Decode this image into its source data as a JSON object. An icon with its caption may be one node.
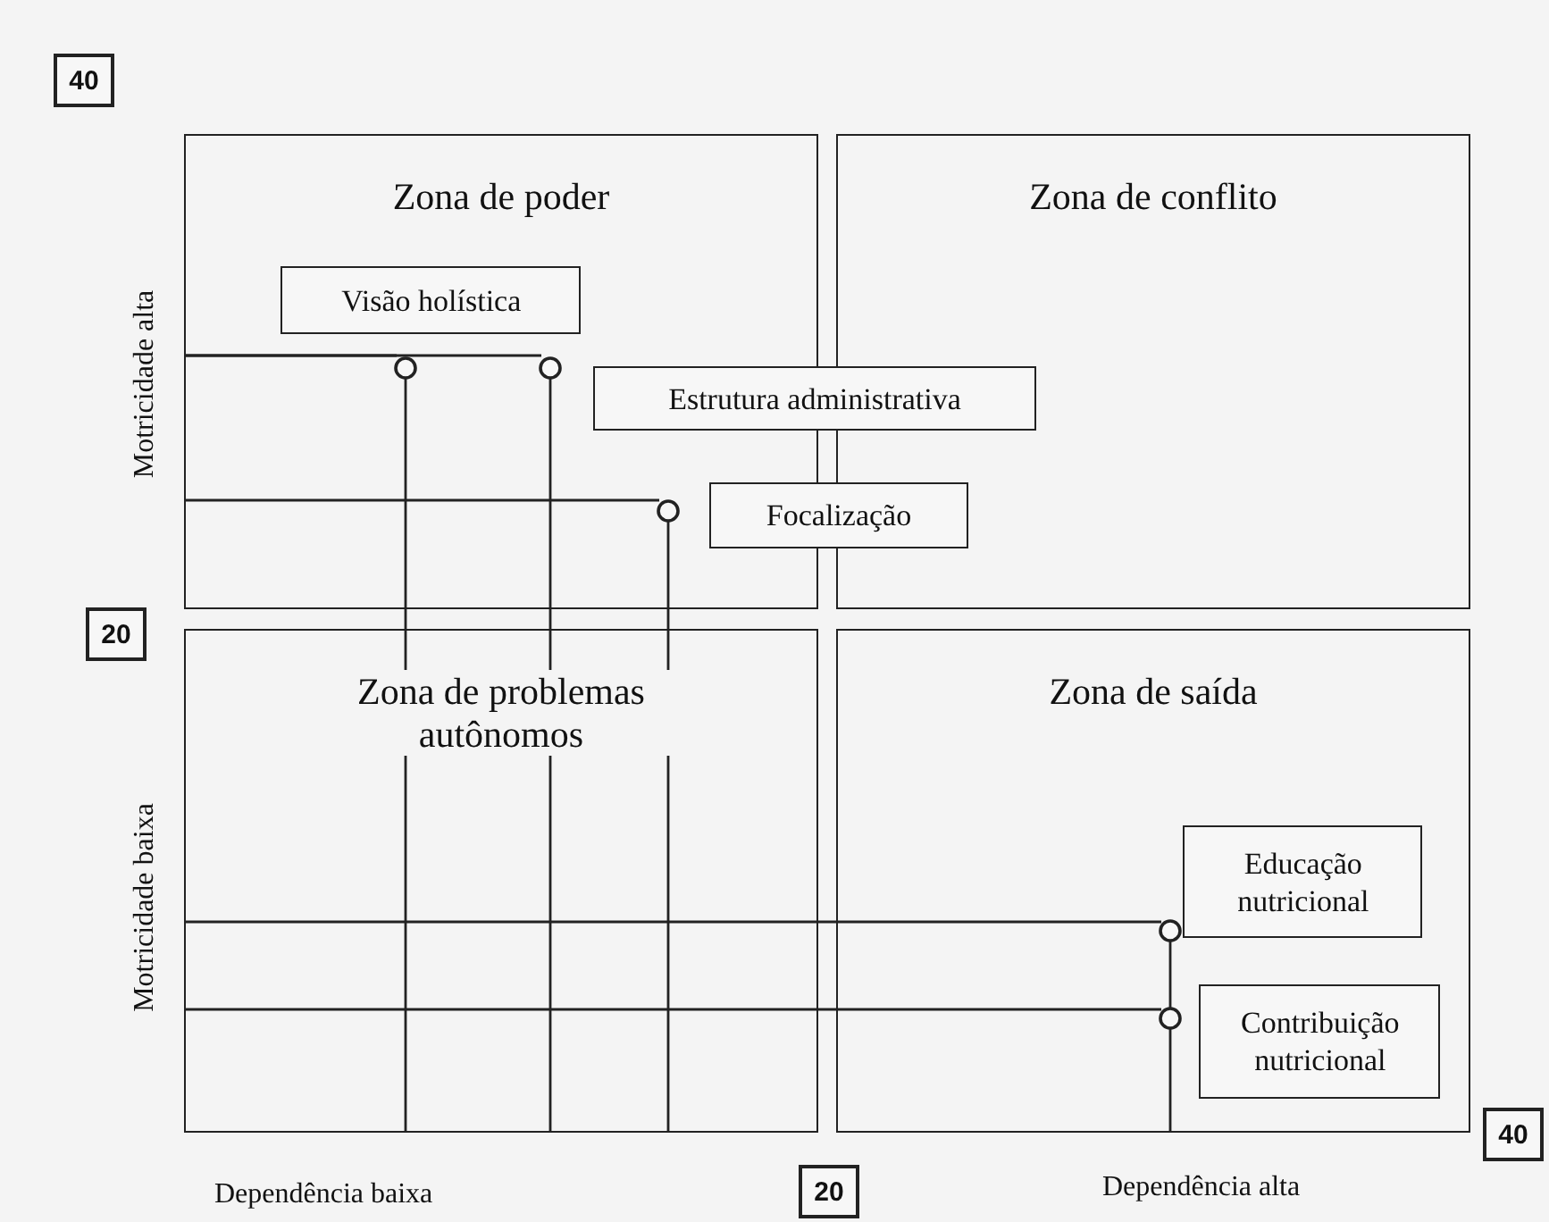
{
  "diagram": {
    "nodes": [
      {
        "text": [
          "Zona de poder"
        ]
      },
      {
        "text": [
          "Zona de conflito"
        ]
      },
      {
        "text": [
          "Zona de problemas autônomos"
        ]
      },
      {
        "text": [
          "Zona de saída"
        ]
      },
      {
        "text": [
          "Visão holística"
        ],
        "in": 0
      },
      {
        "text": [
          "Estrutura administrativa"
        ]
      },
      {
        "text": [
          "Focalização"
        ]
      },
      {
        "text": [
          "Educação nutricional"
        ],
        "in": 3
      },
      {
        "text": [
          "Contribuição nutricional"
        ],
        "in": 3
      },
      {
        "text": [
          "40"
        ]
      },
      {
        "text": [
          "20"
        ]
      },
      {
        "text": [
          "20"
        ]
      },
      {
        "text": [
          "40"
        ]
      }
    ],
    "edges": [],
    "labels": [
      "Motricidade alta",
      "Motricidade baixa",
      "Dependência baixa",
      "Dependência alta"
    ]
  }
}
